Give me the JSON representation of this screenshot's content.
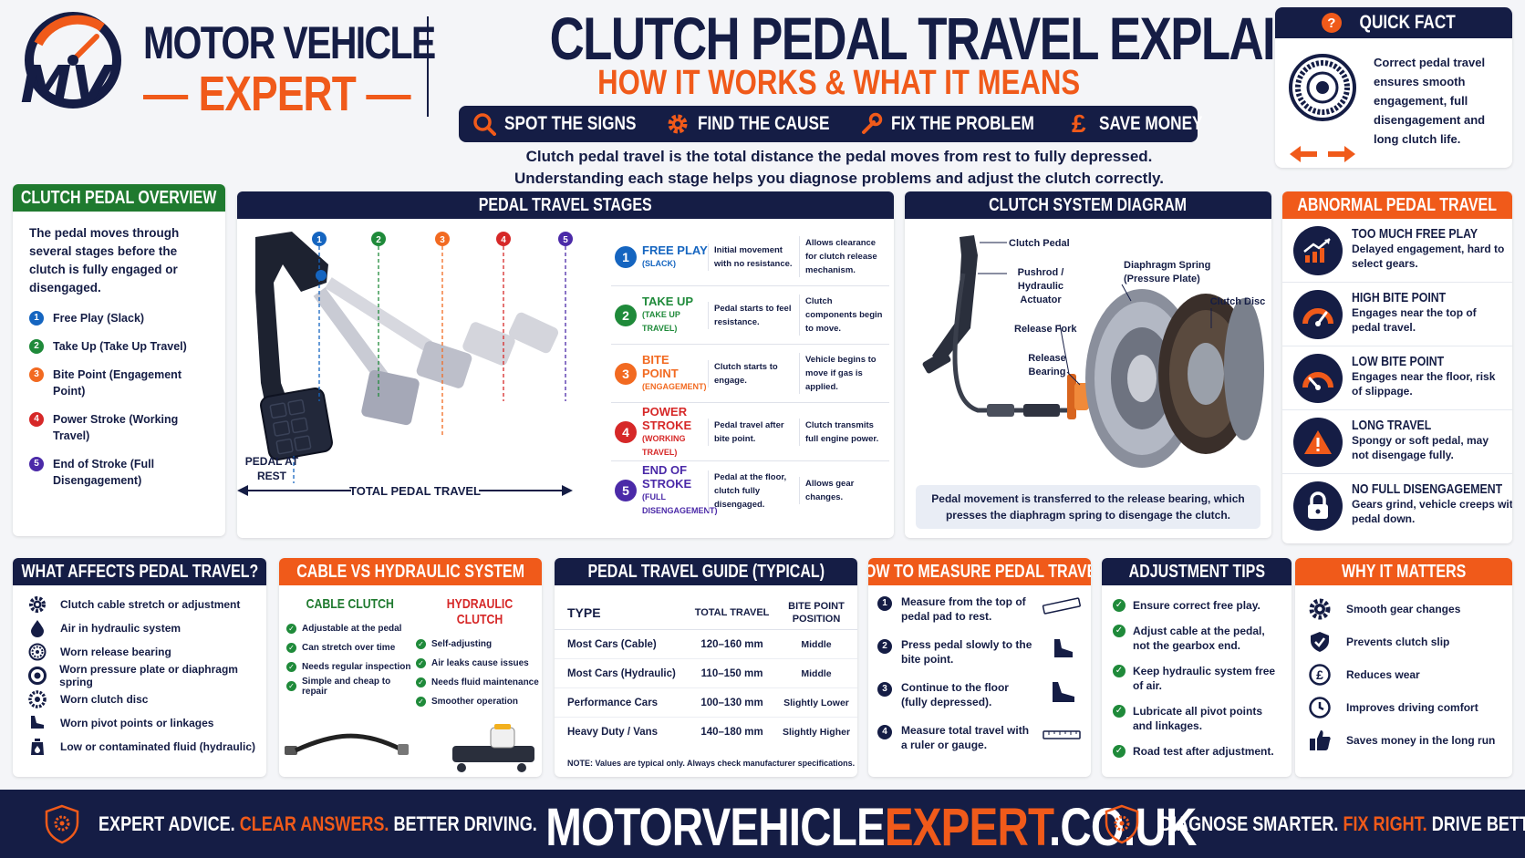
{
  "brand": {
    "logo_initials": "MV",
    "line1": "MOTOR VEHICLE",
    "line2": "EXPERT"
  },
  "header": {
    "title": "CLUTCH PEDAL TRAVEL EXPLAINED",
    "subtitle": "HOW IT WORKS & WHAT IT MEANS",
    "pills": [
      {
        "label": "SPOT THE SIGNS",
        "icon": "search-icon"
      },
      {
        "label": "FIND THE CAUSE",
        "icon": "gear-icon"
      },
      {
        "label": "FIX THE PROBLEM",
        "icon": "wrench-icon"
      },
      {
        "label": "SAVE MONEY",
        "icon": "pound-icon"
      }
    ],
    "intro_line1": "Clutch pedal travel is the total distance the pedal moves from rest to fully depressed.",
    "intro_line2": "Understanding each stage helps you diagnose problems and adjust the clutch correctly."
  },
  "quick_fact": {
    "title": "QUICK FACT",
    "text": "Correct pedal travel ensures smooth engagement, full disengagement and long clutch life."
  },
  "overview": {
    "title": "CLUTCH PEDAL OVERVIEW",
    "text": "The pedal moves through several stages before the clutch is fully engaged or disengaged.",
    "items": [
      {
        "num": "1",
        "label": "Free Play (Slack)"
      },
      {
        "num": "2",
        "label": "Take Up (Take Up Travel)"
      },
      {
        "num": "3",
        "label": "Bite Point (Engagement Point)"
      },
      {
        "num": "4",
        "label": "Power Stroke (Working Travel)"
      },
      {
        "num": "5",
        "label": "End of Stroke (Full Disengagement)"
      }
    ]
  },
  "stages": {
    "title": "PEDAL TRAVEL STAGES",
    "pedal_rest_label": "PEDAL AT REST",
    "total_travel_label": "TOTAL PEDAL TRAVEL",
    "markers": [
      "1",
      "2",
      "3",
      "4",
      "5"
    ],
    "rows": [
      {
        "num": "1",
        "name": "FREE PLAY",
        "sub": "(SLACK)",
        "desc": "Initial movement with no resistance.",
        "effect": "Allows clearance for clutch release mechanism."
      },
      {
        "num": "2",
        "name": "TAKE UP",
        "sub": "(TAKE UP TRAVEL)",
        "desc": "Pedal starts to feel resistance.",
        "effect": "Clutch components begin to move."
      },
      {
        "num": "3",
        "name": "BITE POINT",
        "sub": "(ENGAGEMENT)",
        "desc": "Clutch starts to engage.",
        "effect": "Vehicle begins to move if gas is applied."
      },
      {
        "num": "4",
        "name": "POWER STROKE",
        "sub": "(WORKING TRAVEL)",
        "desc": "Pedal travel after bite point.",
        "effect": "Clutch transmits full engine power."
      },
      {
        "num": "5",
        "name": "END OF STROKE",
        "sub": "(FULL DISENGAGEMENT)",
        "desc": "Pedal at the floor, clutch fully disengaged.",
        "effect": "Allows gear changes."
      }
    ]
  },
  "diagram": {
    "title": "CLUTCH SYSTEM DIAGRAM",
    "labels": {
      "pedal": "Clutch Pedal",
      "pushrod": "Pushrod / Hydraulic Actuator",
      "fork": "Release Fork",
      "bearing": "Release Bearing",
      "spring": "Diaphragm Spring (Pressure Plate)",
      "disc": "Clutch Disc"
    },
    "caption": "Pedal movement is transferred to the release bearing, which presses the diaphragm spring to disengage the clutch."
  },
  "abnormal": {
    "title": "ABNORMAL PEDAL TRAVEL",
    "items": [
      {
        "title": "TOO MUCH FREE PLAY",
        "desc": "Delayed engagement, hard to select gears.",
        "icon": "rising-chart-icon"
      },
      {
        "title": "HIGH BITE POINT",
        "desc": "Engages near the top of pedal travel.",
        "icon": "gauge-high-icon"
      },
      {
        "title": "LOW BITE POINT",
        "desc": "Engages near the floor, risk of slippage.",
        "icon": "gauge-low-icon"
      },
      {
        "title": "LONG TRAVEL",
        "desc": "Spongy or soft pedal, may not disengage fully.",
        "icon": "warning-icon"
      },
      {
        "title": "NO FULL DISENGAGEMENT",
        "desc": "Gears grind, vehicle creeps with pedal down.",
        "icon": "lock-icon"
      }
    ]
  },
  "affects": {
    "title": "WHAT AFFECTS PEDAL TRAVEL?",
    "items": [
      {
        "label": "Clutch cable stretch or adjustment",
        "icon": "gear-icon"
      },
      {
        "label": "Air in hydraulic system",
        "icon": "drop-icon"
      },
      {
        "label": "Worn release bearing",
        "icon": "bearing-icon"
      },
      {
        "label": "Worn pressure plate or diaphragm spring",
        "icon": "plate-icon"
      },
      {
        "label": "Worn clutch disc",
        "icon": "disc-icon"
      },
      {
        "label": "Worn pivot points or linkages",
        "icon": "pedal-icon"
      },
      {
        "label": "Low or contaminated fluid (hydraulic)",
        "icon": "fluid-icon"
      }
    ]
  },
  "cable_vs_hydraulic": {
    "title": "CABLE VS HYDRAULIC SYSTEM",
    "cable": {
      "title": "CABLE CLUTCH",
      "items": [
        "Adjustable at the pedal",
        "Can stretch over time",
        "Needs regular inspection",
        "Simple and cheap to repair"
      ]
    },
    "hydraulic": {
      "title": "HYDRAULIC CLUTCH",
      "items": [
        "Self-adjusting",
        "Air leaks cause issues",
        "Needs fluid maintenance",
        "Smoother operation"
      ]
    }
  },
  "guide": {
    "title": "PEDAL TRAVEL GUIDE (TYPICAL)",
    "headers": [
      "TYPE",
      "TOTAL TRAVEL",
      "BITE POINT POSITION"
    ],
    "rows": [
      [
        "Most Cars (Cable)",
        "120–160 mm",
        "Middle"
      ],
      [
        "Most Cars (Hydraulic)",
        "110–150 mm",
        "Middle"
      ],
      [
        "Performance Cars",
        "100–130 mm",
        "Slightly Lower"
      ],
      [
        "Heavy Duty / Vans",
        "140–180 mm",
        "Slightly Higher"
      ]
    ],
    "note": "NOTE: Values are typical only. Always check manufacturer specifications."
  },
  "measure": {
    "title": "HOW TO MEASURE PEDAL TRAVEL",
    "items": [
      {
        "num": "1",
        "label": "Measure from the top of pedal pad to rest."
      },
      {
        "num": "2",
        "label": "Press pedal slowly to the bite point."
      },
      {
        "num": "3",
        "label": "Continue to the floor (fully depressed)."
      },
      {
        "num": "4",
        "label": "Measure total travel with a ruler or gauge."
      }
    ]
  },
  "adjust": {
    "title": "ADJUSTMENT TIPS",
    "items": [
      "Ensure correct free play.",
      "Adjust cable at the pedal, not the gearbox end.",
      "Keep hydraulic system free of air.",
      "Lubricate all pivot points and linkages.",
      "Road test after adjustment."
    ]
  },
  "why": {
    "title": "WHY IT MATTERS",
    "items": [
      {
        "label": "Smooth gear changes",
        "icon": "gear-icon"
      },
      {
        "label": "Prevents clutch slip",
        "icon": "shield-check-icon"
      },
      {
        "label": "Reduces wear",
        "icon": "pound-icon"
      },
      {
        "label": "Improves driving comfort",
        "icon": "clock-icon"
      },
      {
        "label": "Saves money in the long run",
        "icon": "thumbs-up-icon"
      }
    ]
  },
  "footer": {
    "left_1": "EXPERT ADVICE.",
    "left_2": "CLEAR ANSWERS.",
    "left_3": "BETTER DRIVING.",
    "site_1": "MOTORVEHICLE",
    "site_2": "EXPERT",
    "site_3": ".CO.UK",
    "right_1": "DIAGNOSE SMARTER.",
    "right_2": "FIX RIGHT.",
    "right_3": "DRIVE BETTER."
  },
  "colors": {
    "navy": "#151d45",
    "orange": "#f05a1a",
    "green": "#1f7a2f",
    "stage1": "#1565c0",
    "stage2": "#1f8a3a",
    "stage3": "#f26a21",
    "stage4": "#d62828",
    "stage5": "#4b2aa8"
  }
}
